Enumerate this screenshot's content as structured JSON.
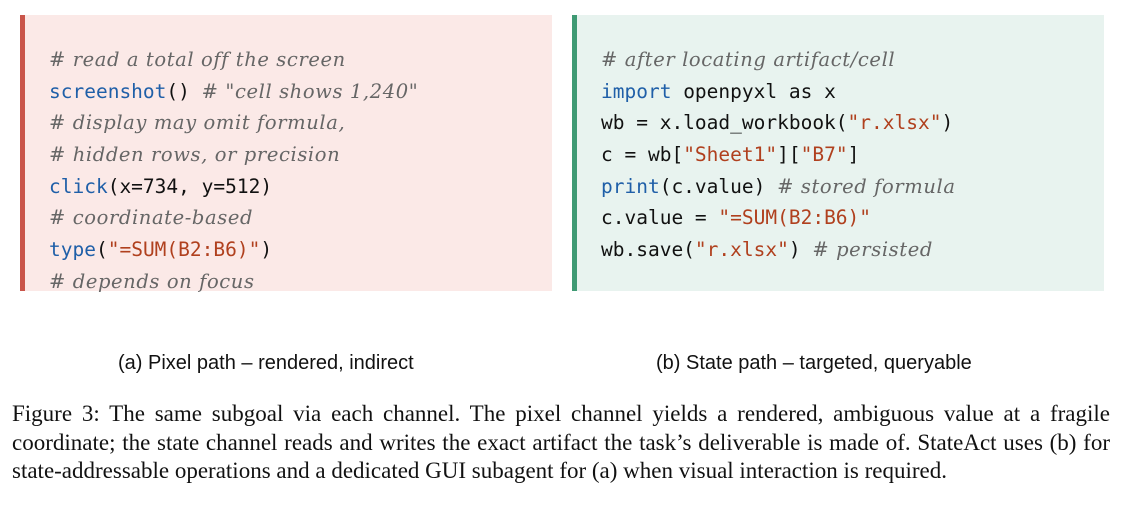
{
  "panel_a": {
    "lines": [
      [
        {
          "t": "cm",
          "v": "# read a total off the screen"
        }
      ],
      [
        {
          "t": "kw",
          "v": "screenshot"
        },
        {
          "t": "p",
          "v": "() "
        },
        {
          "t": "cm",
          "v": "# \"cell shows 1,240\""
        }
      ],
      [
        {
          "t": "cm",
          "v": "# display may omit formula,"
        }
      ],
      [
        {
          "t": "cm",
          "v": "# hidden rows, or precision"
        }
      ],
      [
        {
          "t": "kw",
          "v": "click"
        },
        {
          "t": "p",
          "v": "(x=734, y=512)"
        }
      ],
      [
        {
          "t": "cm",
          "v": "# coordinate-based"
        }
      ],
      [
        {
          "t": "kw",
          "v": "type"
        },
        {
          "t": "p",
          "v": "("
        },
        {
          "t": "str",
          "v": "\"=SUM(B2:B6)\""
        },
        {
          "t": "p",
          "v": ")"
        }
      ],
      [
        {
          "t": "cm",
          "v": "# depends on focus"
        }
      ]
    ]
  },
  "panel_b": {
    "lines": [
      [
        {
          "t": "cm",
          "v": "# after locating artifact/cell"
        }
      ],
      [
        {
          "t": "kw",
          "v": "import"
        },
        {
          "t": "p",
          "v": " openpyxl as x"
        }
      ],
      [
        {
          "t": "p",
          "v": "wb = x.load_workbook("
        },
        {
          "t": "str",
          "v": "\"r.xlsx\""
        },
        {
          "t": "p",
          "v": ")"
        }
      ],
      [
        {
          "t": "p",
          "v": "c = wb["
        },
        {
          "t": "str",
          "v": "\"Sheet1\""
        },
        {
          "t": "p",
          "v": "]["
        },
        {
          "t": "str",
          "v": "\"B7\""
        },
        {
          "t": "p",
          "v": "]"
        }
      ],
      [
        {
          "t": "kw",
          "v": "print"
        },
        {
          "t": "p",
          "v": "(c.value) "
        },
        {
          "t": "cm",
          "v": "# stored formula"
        }
      ],
      [
        {
          "t": "p",
          "v": "c.value = "
        },
        {
          "t": "str",
          "v": "\"=SUM(B2:B6)\""
        }
      ],
      [
        {
          "t": "p",
          "v": "wb.save("
        },
        {
          "t": "str",
          "v": "\"r.xlsx\""
        },
        {
          "t": "p",
          "v": ") "
        },
        {
          "t": "cm",
          "v": "# persisted"
        }
      ]
    ]
  },
  "subcaption_a": "(a) Pixel path – rendered, indirect",
  "subcaption_b": "(b) State path – targeted, queryable",
  "caption": "Figure 3: The same subgoal via each channel. The pixel channel yields a rendered, ambiguous value at a fragile coordinate; the state channel reads and writes the exact artifact the task’s deliverable is made of. StateAct uses (b) for state-addressable operations and a dedicated GUI subagent for (a) when visual interaction is required."
}
